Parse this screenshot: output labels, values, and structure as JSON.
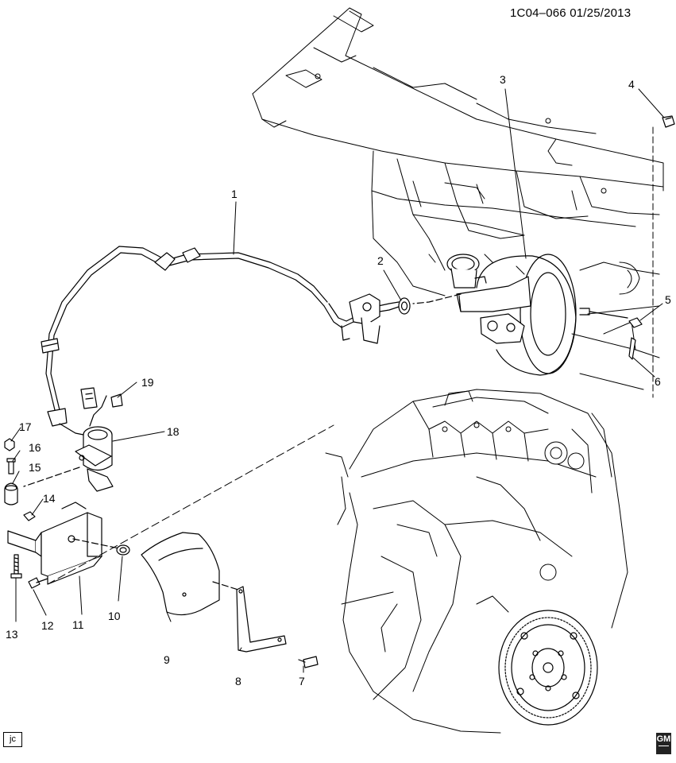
{
  "header": {
    "diagram_code": "1C04–066 01/25/2013"
  },
  "callouts": [
    "1",
    "2",
    "3",
    "4",
    "5",
    "6",
    "7",
    "8",
    "9",
    "10",
    "11",
    "12",
    "13",
    "14",
    "15",
    "16",
    "17",
    "18",
    "19"
  ],
  "footer": {
    "corner_tag": "jc",
    "logo_text": "GM"
  },
  "colors": {
    "line": "#000000",
    "background": "#ffffff",
    "shade": "#e6e6e6"
  },
  "icons": [
    "gm-logo-icon"
  ]
}
